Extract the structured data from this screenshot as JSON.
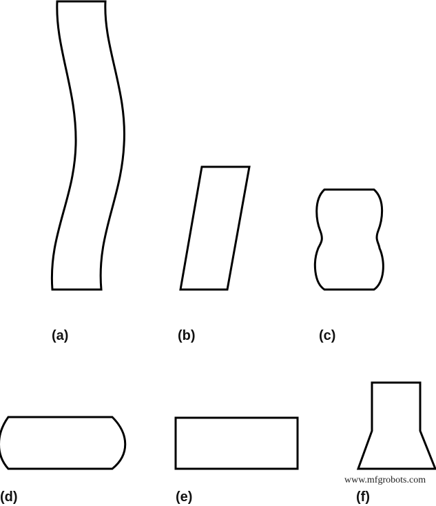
{
  "labels": {
    "a": "(a)",
    "b": "(b)",
    "c": "(c)",
    "d": "(d)",
    "e": "(e)",
    "f": "(f)"
  },
  "watermark": "www.mfgrobots.com",
  "stroke_color": "#000000"
}
